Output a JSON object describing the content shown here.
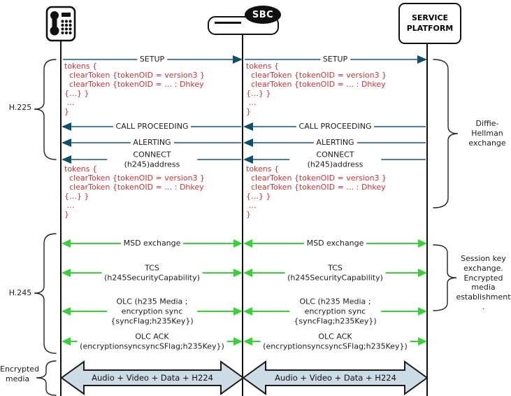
{
  "actors": {
    "phone": {
      "icon": "telephone-icon"
    },
    "sbc": {
      "label": "SBC"
    },
    "service_platform": {
      "label": "SERVICE\nPLATFORM"
    }
  },
  "sections": {
    "left": [
      {
        "label": "H.225"
      },
      {
        "label": "H.245"
      },
      {
        "label": "Encrypted\nmedia"
      }
    ],
    "right": [
      {
        "label": "Diffie-\nHellman\nexchange"
      },
      {
        "label": "Session key\nexchange.\nEncrypted\nmedia\nestablishment\n."
      }
    ]
  },
  "messages": [
    {
      "label": "SETUP",
      "direction": "right",
      "protocol": "H.225"
    },
    {
      "label": "CALL PROCEEDING",
      "direction": "left",
      "protocol": "H.225"
    },
    {
      "label": "ALERTING",
      "direction": "left",
      "protocol": "H.225"
    },
    {
      "label": "CONNECT (h245)address",
      "direction": "left",
      "protocol": "H.225"
    },
    {
      "label": "MSD exchange",
      "direction": "both",
      "protocol": "H.245"
    },
    {
      "label": "TCS\n(h245SecurityCapability)",
      "direction": "both",
      "protocol": "H.245"
    },
    {
      "label": "OLC (h235 Media ; encryption sync\n{syncFlag;h235Key})",
      "direction": "both",
      "protocol": "H.245"
    },
    {
      "label": "OLC ACK\n(encryptionsyncsyncSFlag;h235Key})",
      "direction": "both",
      "protocol": "H.245"
    }
  ],
  "token_block": "tokens {\n  clearToken {tokenOID = version3 }\n  clearToken {tokenOID = … : Dhkey\n{…} }\n …\n}",
  "media_flow": {
    "label": "Audio + Video + Data + H224"
  },
  "colors": {
    "h225_shaft": "#4a7f9d",
    "h225_head": "#0f4f6e",
    "h245_green": "#35d435",
    "token_text": "#cc3333",
    "media_fill": "#ccdce5"
  }
}
